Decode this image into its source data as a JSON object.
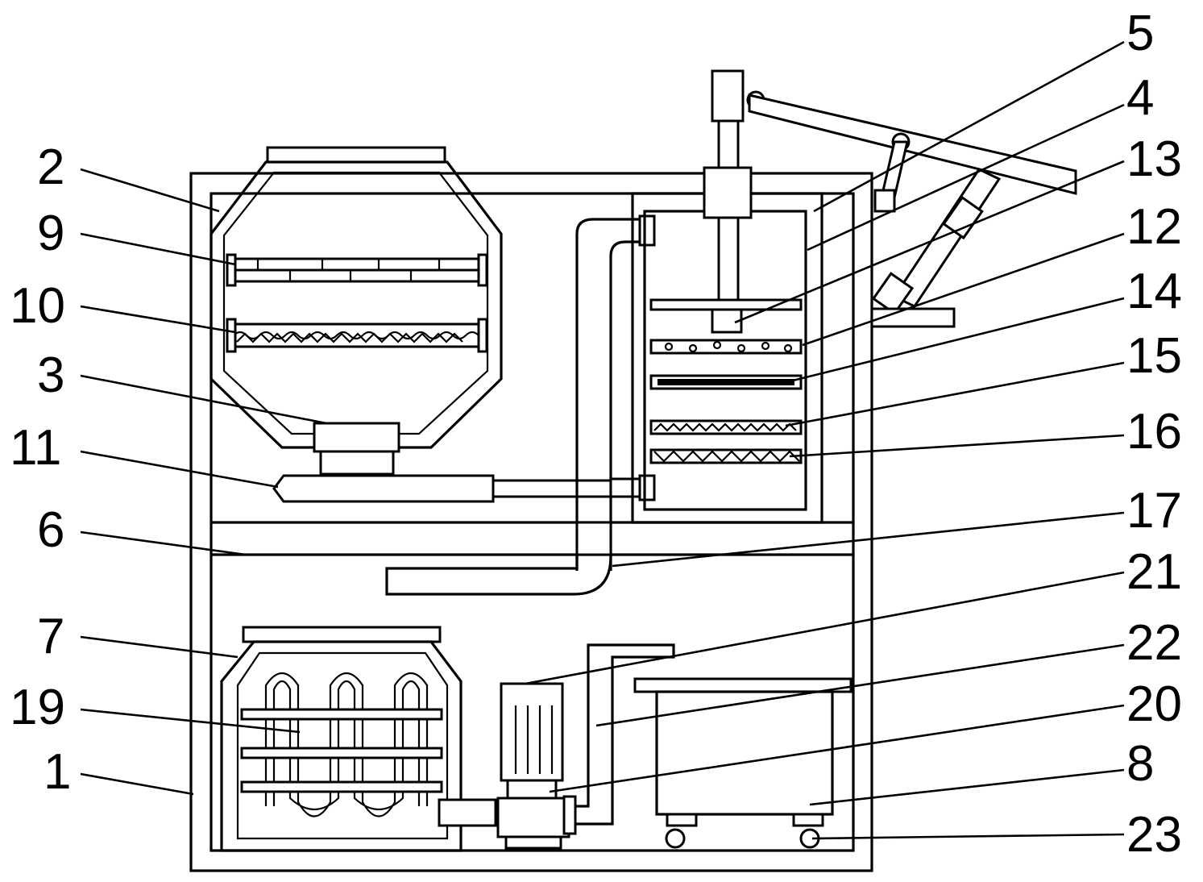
{
  "callouts": [
    {
      "id": "c2",
      "text": "2"
    },
    {
      "id": "c9",
      "text": "9"
    },
    {
      "id": "c10",
      "text": "10"
    },
    {
      "id": "c3",
      "text": "3"
    },
    {
      "id": "c11",
      "text": "11"
    },
    {
      "id": "c6",
      "text": "6"
    },
    {
      "id": "c7",
      "text": "7"
    },
    {
      "id": "c19",
      "text": "19"
    },
    {
      "id": "c1",
      "text": "1"
    },
    {
      "id": "c5",
      "text": "5"
    },
    {
      "id": "c4",
      "text": "4"
    },
    {
      "id": "c13",
      "text": "13"
    },
    {
      "id": "c12",
      "text": "12"
    },
    {
      "id": "c14",
      "text": "14"
    },
    {
      "id": "c15",
      "text": "15"
    },
    {
      "id": "c16",
      "text": "16"
    },
    {
      "id": "c17",
      "text": "17"
    },
    {
      "id": "c21",
      "text": "21"
    },
    {
      "id": "c22",
      "text": "22"
    },
    {
      "id": "c20",
      "text": "20"
    },
    {
      "id": "c8",
      "text": "8"
    },
    {
      "id": "c23",
      "text": "23"
    }
  ]
}
